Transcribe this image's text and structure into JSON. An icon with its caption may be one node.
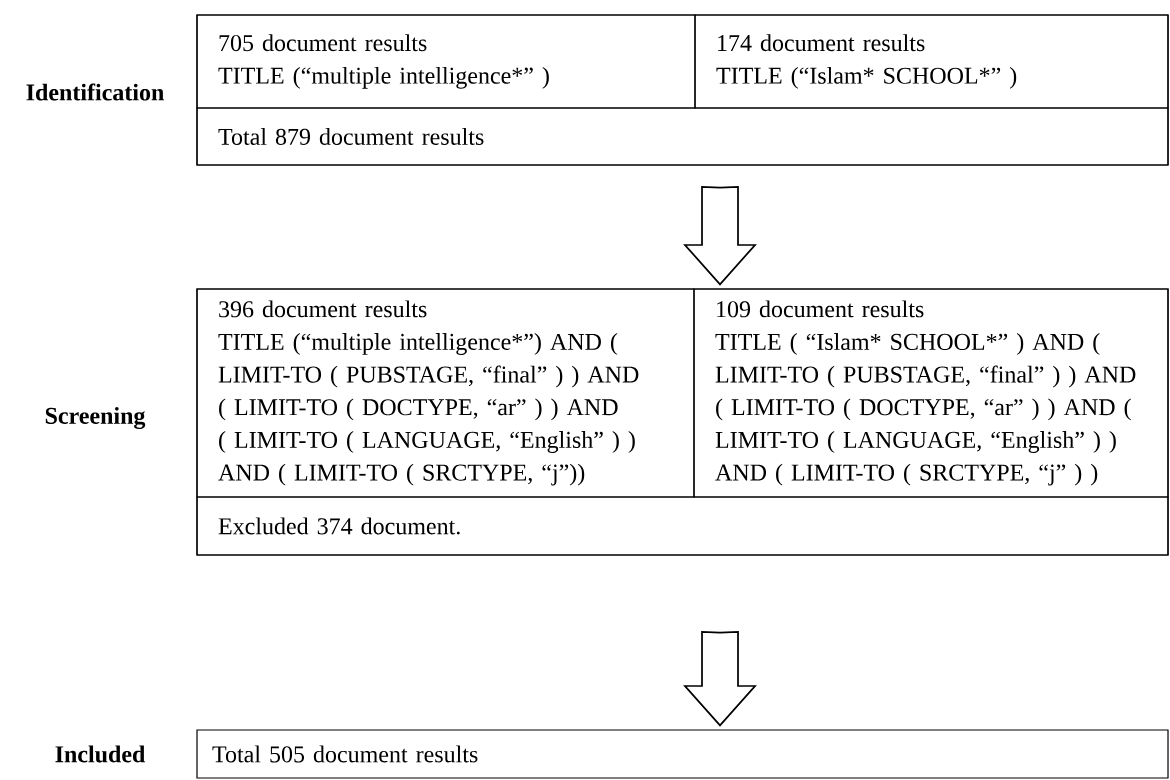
{
  "diagram": {
    "nodes": [
      {
        "text": [
          "Identification"
        ]
      },
      {
        "text": [
          "705 document results",
          "TITLE (“multiple intelligence*” )"
        ],
        "in": 0
      },
      {
        "text": [
          "174 document results",
          "TITLE (“Islam* SCHOOL*” )"
        ],
        "in": 0
      },
      {
        "text": [
          "Total 879 document results"
        ],
        "in": 0
      },
      {
        "text": [
          "Screening"
        ]
      },
      {
        "text": [
          "396 document results",
          "TITLE (“multiple intelligence*”) AND ( LIMIT-TO ( PUBSTAGE, “final” ) ) AND ( LIMIT-TO ( DOCTYPE, “ar” ) ) AND ( LIMIT-TO ( LANGUAGE, “English” ) ) AND ( LIMIT-TO ( SRCTYPE, “j”))"
        ],
        "in": 4
      },
      {
        "text": [
          "109 document results",
          "TITLE ( “Islam* SCHOOL*” ) AND ( LIMIT-TO ( PUBSTAGE, “final” ) ) AND ( LIMIT-TO ( DOCTYPE, “ar” ) ) AND ( LIMIT-TO ( LANGUAGE, “English” ) ) AND ( LIMIT-TO ( SRCTYPE, “j” ) )"
        ],
        "in": 4
      },
      {
        "text": [
          "Excluded 374 document."
        ],
        "in": 4
      },
      {
        "text": [
          "Included",
          "Total 505 document results"
        ]
      }
    ],
    "edges": [
      {
        "from": 0,
        "to": 4,
        "arrow": "to"
      },
      {
        "from": 4,
        "to": 8,
        "arrow": "to"
      }
    ]
  }
}
